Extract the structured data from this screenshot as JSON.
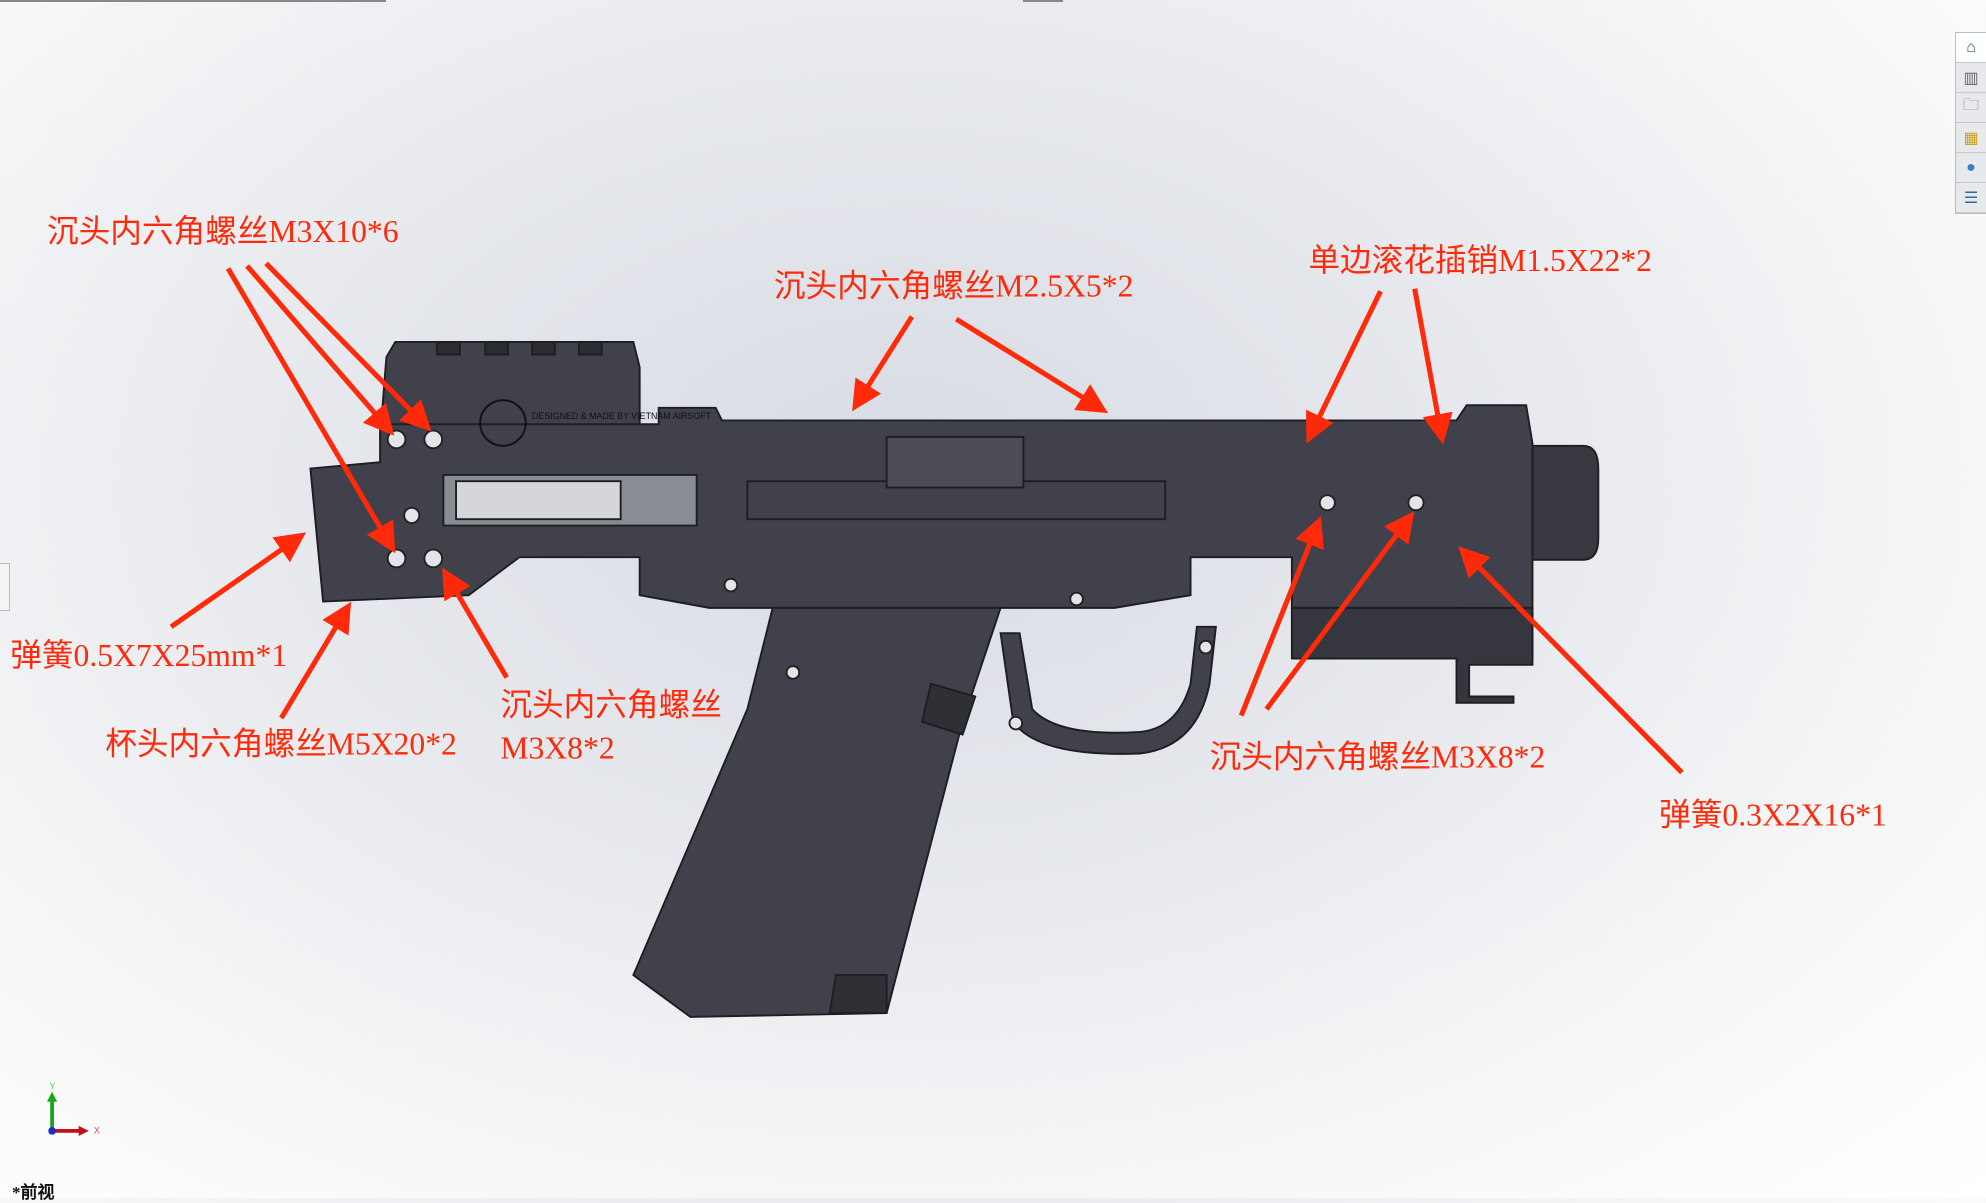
{
  "view": {
    "name": "*前视"
  },
  "toolbar": {
    "items": [
      {
        "icon": "home-icon",
        "glyph": "⌂",
        "color": "#2a5a8a"
      },
      {
        "icon": "parts-icon",
        "glyph": "▥",
        "color": "#666666"
      },
      {
        "icon": "folder-icon",
        "glyph": "🗀",
        "color": "#777777"
      },
      {
        "icon": "design-library-icon",
        "glyph": "▦",
        "color": "#c9a020"
      },
      {
        "icon": "appearance-icon",
        "glyph": "●",
        "color": "#3a7ad0"
      },
      {
        "icon": "properties-list-icon",
        "glyph": "☰",
        "color": "#2a6aa0"
      }
    ]
  },
  "triad": {
    "x": "X",
    "y": "Y"
  },
  "model": {
    "logo_text": "DESIGNED & MADE BY VIETNAM AIRSOFT",
    "body_color": "#3f4048"
  },
  "annotations": {
    "color": "#ff2a0a",
    "a1": "沉头内六角螺丝M3X10*6",
    "a2": "沉头内六角螺丝M2.5X5*2",
    "a3": "单边滚花插销M1.5X22*2",
    "a4": "弹簧0.5X7X25mm*1",
    "a5": "杯头内六角螺丝M5X20*2",
    "a6_line1": "沉头内六角螺丝",
    "a6_line2": "M3X8*2",
    "a7": "沉头内六角螺丝M3X8*2",
    "a8": "弹簧0.3X2X16*1"
  }
}
